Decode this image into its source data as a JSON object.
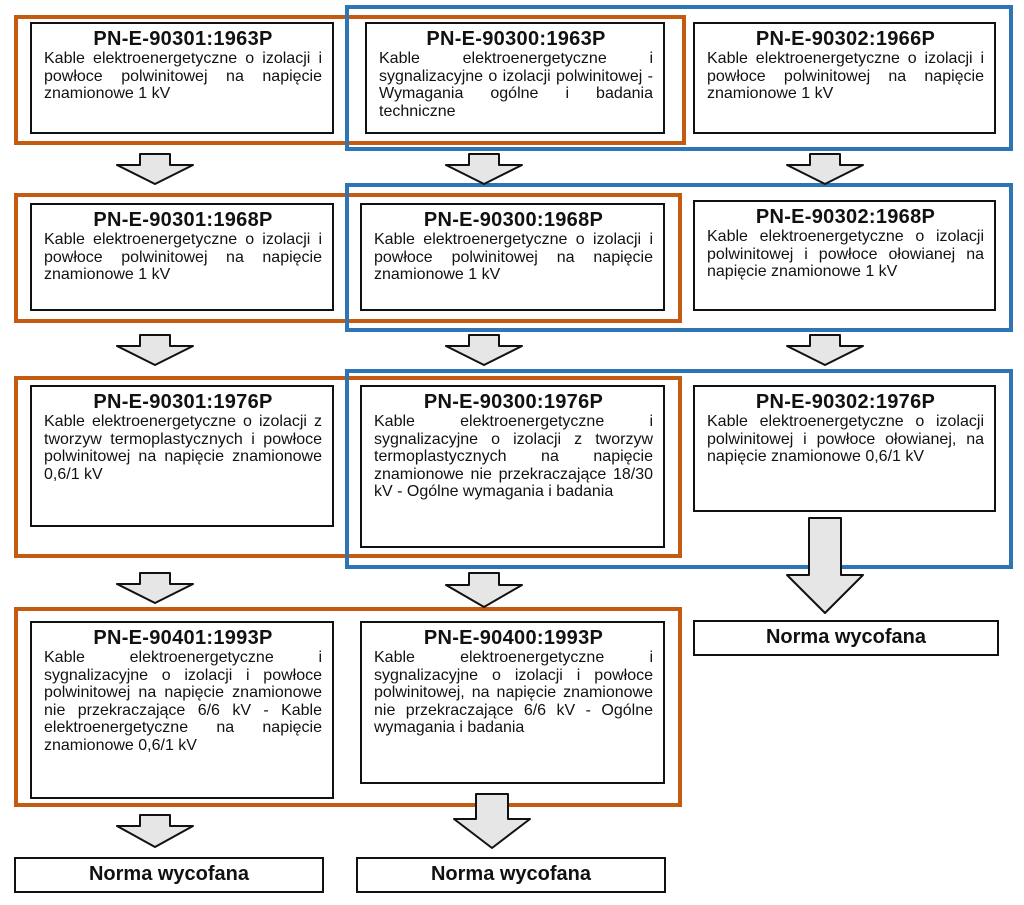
{
  "colors": {
    "orange": "#c55a11",
    "blue": "#2e75b6",
    "arrow_fill": "#e6e6e6"
  },
  "rows": [
    [
      {
        "code": "PN-E-90301:1963P",
        "desc": "Kable elektroenergetyczne o izolacji i powłoce polwinitowej na napięcie znamionowe 1 kV"
      },
      {
        "code": "PN-E-90300:1963P",
        "desc": "Kable elektroenergetyczne i sygnalizacyjne o izolacji polwinitowej - Wymagania ogólne i badania techniczne"
      },
      {
        "code": "PN-E-90302:1966P",
        "desc": "Kable elektroenergetyczne o izolacji i powłoce polwinitowej na napięcie znamionowe 1 kV"
      }
    ],
    [
      {
        "code": "PN-E-90301:1968P",
        "desc": "Kable elektroenergetyczne o izolacji i powłoce polwinitowej na napięcie znamionowe 1 kV"
      },
      {
        "code": "PN-E-90300:1968P",
        "desc": "Kable elektroenergetyczne o izolacji i powłoce polwinitowej na napięcie znamionowe 1 kV"
      },
      {
        "code": "PN-E-90302:1968P",
        "desc": "Kable elektroenergetyczne o izolacji polwinitowej i powłoce ołowianej na napięcie znamionowe 1 kV"
      }
    ],
    [
      {
        "code": "PN-E-90301:1976P",
        "desc": "Kable elektroenergetyczne o izolacji z tworzyw termoplastycznych i powłoce polwinitowej na napięcie znamionowe 0,6/1 kV"
      },
      {
        "code": "PN-E-90300:1976P",
        "desc": "Kable elektroenergetyczne i sygnalizacyjne o izolacji z tworzyw termoplastycznych na napięcie znamionowe nie przekraczające 18/30 kV - Ogólne wymagania i badania"
      },
      {
        "code": "PN-E-90302:1976P",
        "desc": "Kable elektroenergetyczne o izolacji polwinitowej i powłoce ołowianej, na napięcie znamionowe 0,6/1 kV"
      }
    ],
    [
      {
        "code": "PN-E-90401:1993P",
        "desc": "Kable elektroenergetyczne i sygnalizacyjne o izolacji i powłoce polwinitowej na napięcie znamionowe nie przekraczające 6/6 kV - Kable elektroenergetyczne na napięcie znamionowe 0,6/1 kV"
      },
      {
        "code": "PN-E-90400:1993P",
        "desc": "Kable elektroenergetyczne i sygnalizacyjne o izolacji i powłoce polwinitowej, na napięcie znamionowe nie przekraczające 6/6 kV - Ogólne wymagania i badania"
      }
    ]
  ],
  "withdrawn": [
    "Norma wycofana",
    "Norma wycofana",
    "Norma wycofana"
  ]
}
